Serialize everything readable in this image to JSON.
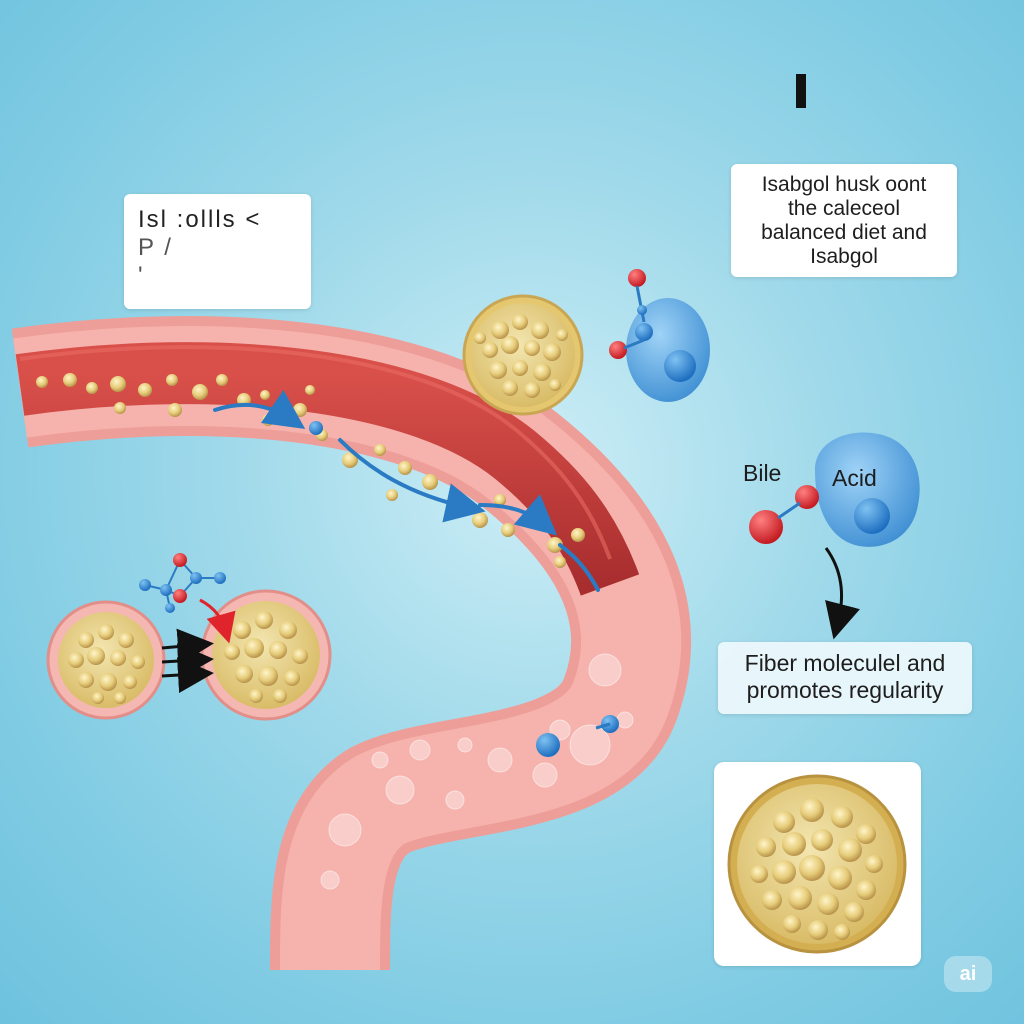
{
  "top_right_box": {
    "lines": [
      "Isabgol husk oont",
      "the caleceol",
      "balanced diet and",
      "Isabgol"
    ]
  },
  "left_box": {
    "lines": [
      "Isl :ollls  <",
      "P            /",
      "'"
    ]
  },
  "bile_acid": {
    "bile": "Bile",
    "acid": "Acid"
  },
  "fiber_box": {
    "lines": [
      "Fiber moleculel and",
      "promotes regularity"
    ]
  },
  "badge": {
    "text": "ai"
  },
  "colors": {
    "background": "#7fcbe3",
    "intestine_wall": "#f2a7a3",
    "intestine_lumen": "#c93b3b",
    "fiber_granule": "#e8cf7c",
    "molecule_blue": "#3b8fd6",
    "molecule_red": "#d8262e",
    "flow_arrow": "#2b7bc4"
  },
  "icons": [
    "fiber-sphere-icon",
    "bile-acid-molecule-icon",
    "arrow-down-icon",
    "cell-icon",
    "flow-arrow-icon"
  ]
}
